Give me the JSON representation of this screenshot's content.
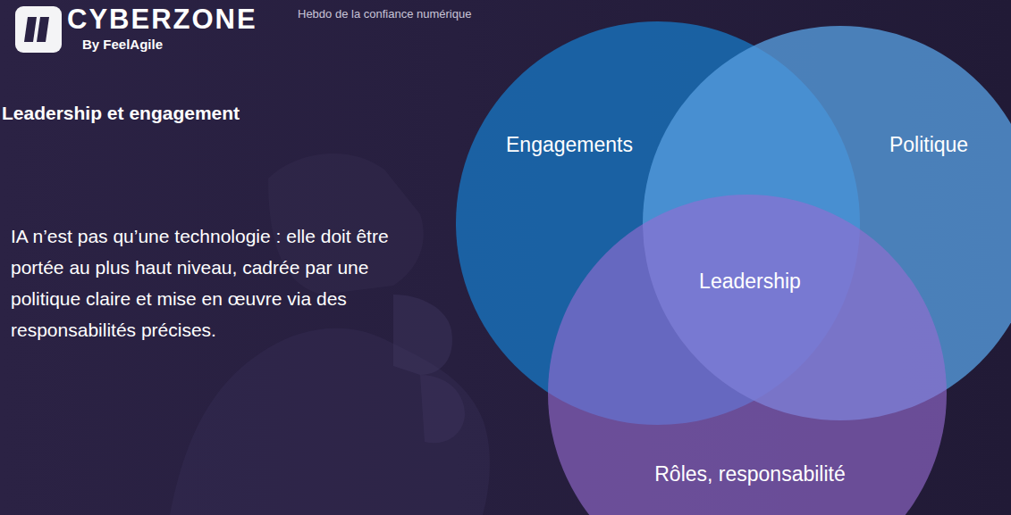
{
  "diagram": {
    "title": "Leadership et engagement",
    "nodes": [
      {
        "text": [
          "Engagements"
        ]
      },
      {
        "text": [
          "Politique"
        ]
      },
      {
        "text": [
          "Rôles, responsabilité"
        ]
      }
    ],
    "labels": [
      "CYBERZONE",
      "By FeelAgile",
      "Hebdo de la confiance numérique",
      "IA n’est pas qu’une technologie : elle doit être portée au plus haut niveau, cadrée par une politique claire et mise en œuvre via des responsabilités précises.",
      "Leadership"
    ]
  }
}
